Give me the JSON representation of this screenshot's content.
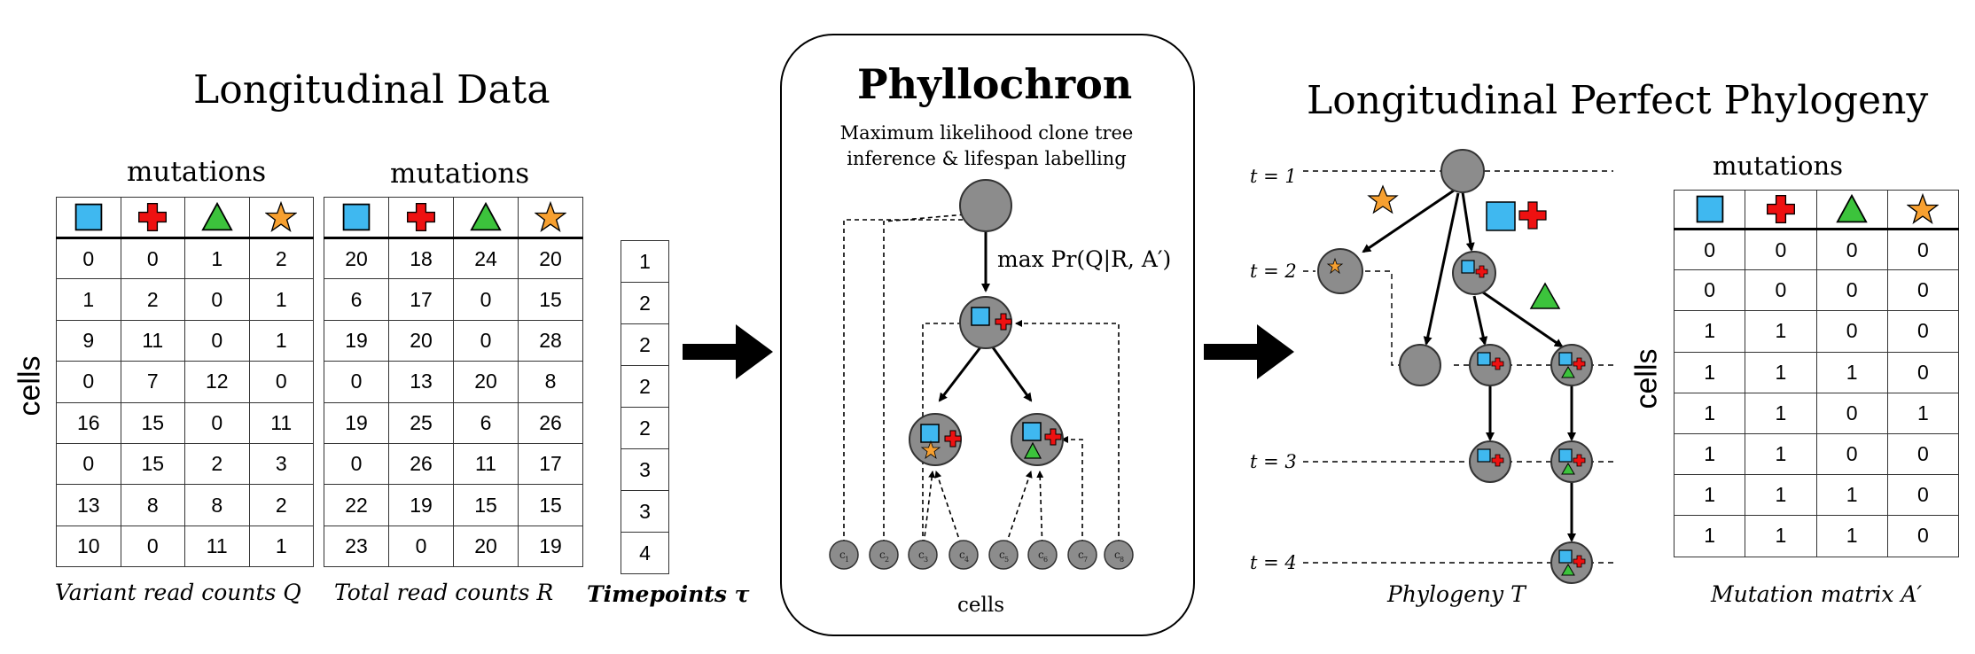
{
  "colors": {
    "square": "#3fb8f0",
    "cross": "#ee1111",
    "triangle": "#3cc33c",
    "star": "#f7a030",
    "node": "#8c8c8c"
  },
  "mutation_icons": [
    "blue-square",
    "red-cross",
    "green-triangle",
    "orange-star"
  ],
  "longitudinal": {
    "title": "Longitudinal Data",
    "mutations_label": "mutations",
    "cells_label": "cells",
    "Q": {
      "caption": "Variant read counts Q",
      "rows": [
        [
          0,
          0,
          1,
          2
        ],
        [
          1,
          2,
          0,
          1
        ],
        [
          9,
          11,
          0,
          1
        ],
        [
          0,
          7,
          12,
          0
        ],
        [
          16,
          15,
          0,
          11
        ],
        [
          0,
          15,
          2,
          3
        ],
        [
          13,
          8,
          8,
          2
        ],
        [
          10,
          0,
          11,
          1
        ]
      ]
    },
    "R": {
      "caption": "Total read counts R",
      "rows": [
        [
          20,
          18,
          24,
          20
        ],
        [
          6,
          17,
          0,
          15
        ],
        [
          19,
          20,
          0,
          28
        ],
        [
          0,
          13,
          20,
          8
        ],
        [
          19,
          25,
          6,
          26
        ],
        [
          0,
          26,
          11,
          17
        ],
        [
          22,
          19,
          15,
          15
        ],
        [
          23,
          0,
          20,
          19
        ]
      ]
    },
    "tau": {
      "caption": "Timepoints τ",
      "values": [
        1,
        2,
        2,
        2,
        2,
        3,
        3,
        4
      ]
    }
  },
  "phyllochron": {
    "title": "Phyllochron",
    "subtitle_1": "Maximum likelihood clone tree",
    "subtitle_2": "inference & lifespan labelling",
    "formula": "max Pr(Q|R, A′)",
    "cell_nodes": [
      "c1",
      "c2",
      "c3",
      "c4",
      "c5",
      "c6",
      "c7",
      "c8"
    ],
    "cells_label": "cells"
  },
  "perfect": {
    "title": "Longitudinal Perfect Phylogeny",
    "timepoints": [
      "t = 1",
      "t = 2",
      "t = 3",
      "t = 4"
    ],
    "caption": "Phylogeny T",
    "matrix": {
      "mutations_label": "mutations",
      "cells_label": "cells",
      "caption": "Mutation matrix A′",
      "rows": [
        [
          0,
          0,
          0,
          0
        ],
        [
          0,
          0,
          0,
          0
        ],
        [
          1,
          1,
          0,
          0
        ],
        [
          1,
          1,
          1,
          0
        ],
        [
          1,
          1,
          0,
          1
        ],
        [
          1,
          1,
          0,
          0
        ],
        [
          1,
          1,
          1,
          0
        ],
        [
          1,
          1,
          1,
          0
        ]
      ]
    }
  }
}
